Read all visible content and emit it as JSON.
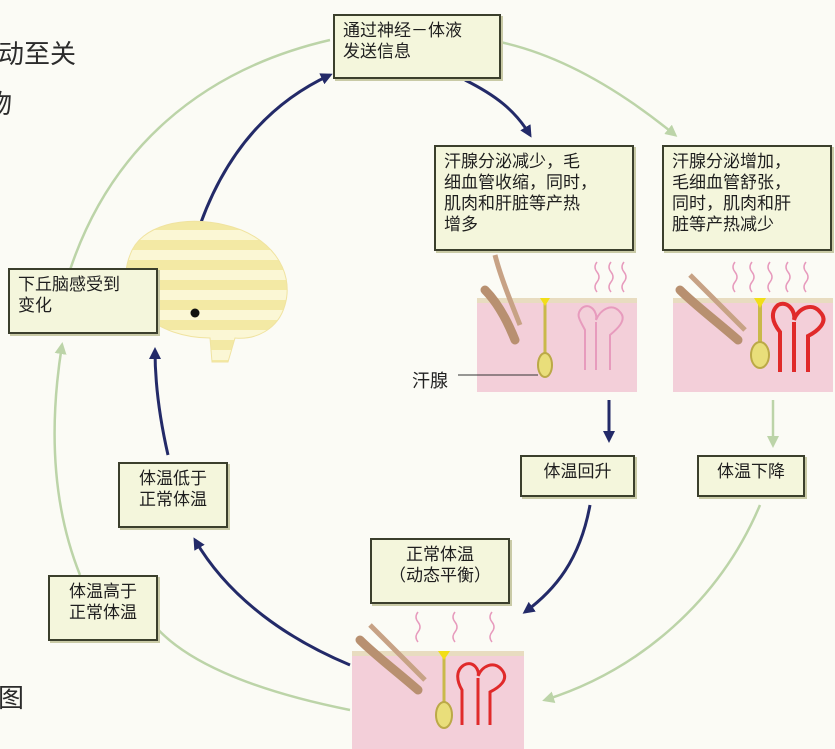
{
  "diagram": {
    "boxes": {
      "nerve": "通过神经－体液\n发送信息",
      "hypothalamus": "下丘脑感受到\n变化",
      "cold_response": "汗腺分泌减少，毛\n细血管收缩，同时，\n肌肉和肝脏等产热\n增多",
      "hot_response": "汗腺分泌增加，\n毛细血管舒张，\n同时，肌肉和肝\n脏等产热减少",
      "temp_rise": "体温回升",
      "temp_fall": "体温下降",
      "normal": "正常体温\n（动态平衡）",
      "low": "体温低于\n正常体温",
      "high": "体温高于\n正常体温"
    },
    "sweat_gland_label": "汗腺",
    "margin_text": {
      "line1": "动至关",
      "line2": "物",
      "line3": "",
      "line4": "",
      "line5": "图"
    },
    "colors": {
      "dark_arrow": "#232a68",
      "light_arrow": "#bcd4a8",
      "skin": "#f3cfd9",
      "vessel_red": "#e02a2a",
      "vessel_pink": "#e79bbd",
      "box_fill": "#f4f6dc"
    }
  }
}
